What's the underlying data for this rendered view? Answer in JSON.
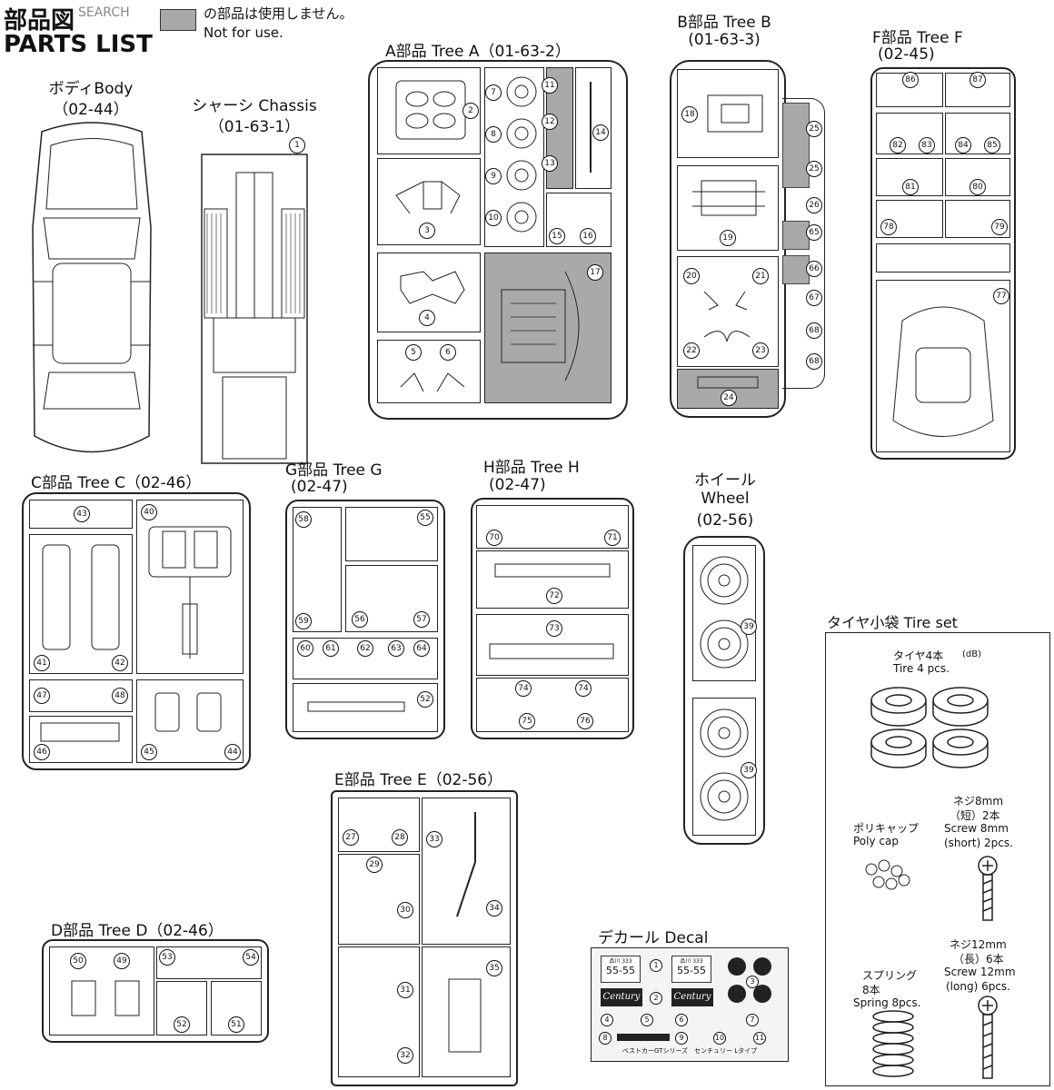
{
  "header": {
    "title_jp": "部品図",
    "title_en": "PARTS LIST",
    "watermark": "SEARCH",
    "legend_jp": "の部品は使用しません。",
    "legend_en": "Not for use."
  },
  "sections": {
    "body": {
      "label": "ボディBody",
      "code": "（02-44）"
    },
    "chassis": {
      "label": "シャーシ Chassis",
      "code": "（01-63-1）"
    },
    "tree_a": {
      "label": "A部品 Tree A（01-63-2）"
    },
    "tree_b": {
      "label": "B部品 Tree B",
      "code": "(01-63-3)"
    },
    "tree_f": {
      "label": "F部品 Tree F",
      "code": "(02-45)"
    },
    "tree_c": {
      "label": "C部品 Tree C（02-46）"
    },
    "tree_g": {
      "label": "G部品 Tree G",
      "code": "(02-47)"
    },
    "tree_h": {
      "label": "H部品 Tree H",
      "code": "(02-47)"
    },
    "wheel": {
      "label_jp": "ホイール",
      "label_en": "Wheel",
      "code": "(02-56)"
    },
    "tree_e": {
      "label": "E部品 Tree E（02-56）"
    },
    "tree_d": {
      "label": "D部品 Tree D（02-46）"
    },
    "decal": {
      "label": "デカール Decal",
      "plate": "55-55",
      "plate_top": "品川 333",
      "brand": "Century",
      "caption": "ベストカーGTシリーズ　センチュリー Lタイプ"
    },
    "tire_set": {
      "label": "タイヤ小袋 Tire set",
      "tire_jp": "タイヤ4本",
      "tire_db": "(dB)",
      "tire_en": "Tire 4 pcs.",
      "polycap_jp": "ポリキャップ",
      "polycap_en": "Poly cap",
      "screw8_jp": "ネジ8mm",
      "screw8_jp2": "（短）2本",
      "screw8_en": "Screw 8mm",
      "screw8_en2": "(short) 2pcs.",
      "spring_jp": "スプリング",
      "spring_jp2": "8本",
      "spring_en": "Spring 8pcs.",
      "screw12_jp": "ネジ12mm",
      "screw12_jp2": "（長）6本",
      "screw12_en": "Screw 12mm",
      "screw12_en2": "(long) 6pcs."
    }
  },
  "part_numbers": {
    "chassis": [
      "1"
    ],
    "tree_a": [
      "2",
      "3",
      "4",
      "5",
      "6",
      "7",
      "8",
      "9",
      "10",
      "11",
      "12",
      "13",
      "14",
      "15",
      "16",
      "17"
    ],
    "tree_b": [
      "18",
      "19",
      "20",
      "21",
      "22",
      "23",
      "24",
      "25",
      "25",
      "26",
      "65",
      "66",
      "67",
      "68",
      "68"
    ],
    "tree_f": [
      "86",
      "87",
      "82",
      "83",
      "84",
      "85",
      "81",
      "80",
      "78",
      "79",
      "77"
    ],
    "tree_c": [
      "43",
      "40",
      "41",
      "42",
      "47",
      "48",
      "46",
      "45",
      "44"
    ],
    "tree_g": [
      "58",
      "55",
      "59",
      "56",
      "57",
      "60",
      "61",
      "62",
      "63",
      "64",
      "52"
    ],
    "tree_h": [
      "70",
      "71",
      "72",
      "73",
      "74",
      "74",
      "75",
      "76"
    ],
    "wheel": [
      "39",
      "39"
    ],
    "tree_e": [
      "27",
      "28",
      "33",
      "29",
      "30",
      "34",
      "31",
      "35",
      "32"
    ],
    "tree_d": [
      "50",
      "49",
      "53",
      "54",
      "52",
      "51"
    ],
    "decal": [
      "1",
      "2",
      "3",
      "4",
      "5",
      "6",
      "7",
      "8",
      "9",
      "10",
      "11"
    ]
  },
  "colors": {
    "not_for_use_gray": "#a9a9a9",
    "line": "#222222"
  }
}
